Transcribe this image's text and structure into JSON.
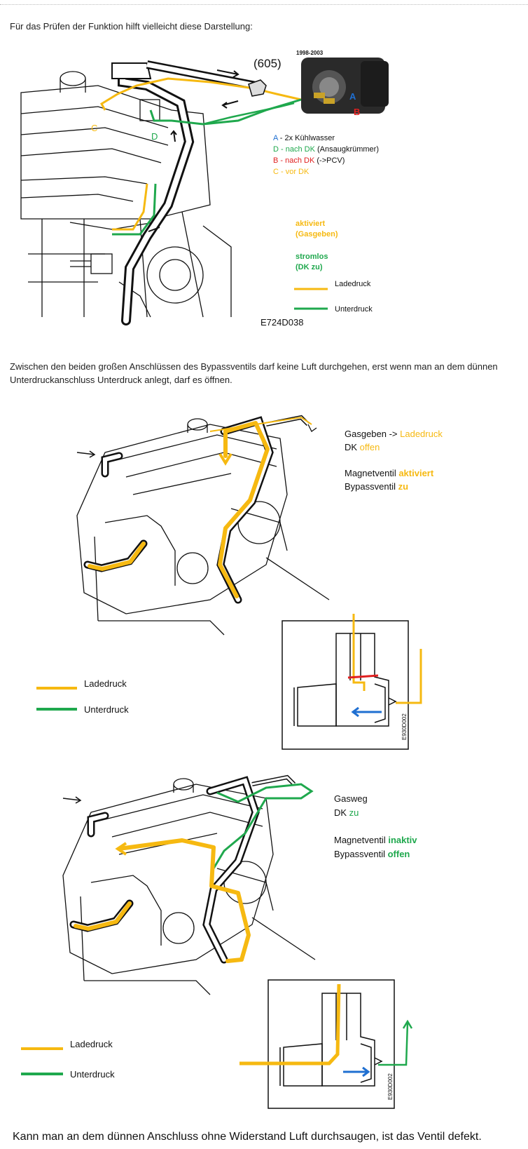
{
  "texts": {
    "intro": "Für das Prüfen der Funktion hilft vielleicht diese Darstellung:",
    "middle": "Zwischen den beiden großen Anschlüssen des Bypassventils darf keine Luft durchgehen, erst wenn man an dem dünnen Unterdruckanschluss Unterdruck anlegt, darf es öffnen.",
    "closing": "Kann man an dem dünnen Anschluss ohne Widerstand Luft durchsaugen, ist das Ventil defekt."
  },
  "figure1": {
    "part_number": "(605)",
    "year_range": "1998-2003",
    "marker_c": "C",
    "marker_d": "D",
    "marker_a": "A",
    "marker_b": "B",
    "legend_a_key": "A",
    "legend_a_text": " - 2x Kühlwasser",
    "legend_d_key": "D",
    "legend_d_mid": " - nach DK",
    "legend_d_text": " (Ansaugkrümmer)",
    "legend_b_key": "B",
    "legend_b_mid": " - nach DK",
    "legend_b_text": " (->PCV)",
    "legend_c": "C - vor DK",
    "state_active_1": "aktiviert",
    "state_active_2": "(Gasgeben)",
    "state_off_1": "stromlos",
    "state_off_2": "(DK zu)",
    "line_boost": "Ladedruck",
    "line_vacuum": "Unterdruck",
    "code": "E724D038"
  },
  "figure2": {
    "line1_a": "Gasgeben -> ",
    "line1_b": "Ladedruck",
    "line2_a": "DK ",
    "line2_b": "offen",
    "line3_a": "Magnetventil ",
    "line3_b": "aktiviert",
    "line4_a": "Bypassventil ",
    "line4_b": "zu",
    "legend_boost": "Ladedruck",
    "legend_vacuum": "Unterdruck",
    "inset_code": "E930D002"
  },
  "figure3": {
    "line1": "Gasweg",
    "line2_a": "DK ",
    "line2_b": "zu",
    "line3_a": "Magnetventil ",
    "line3_b": "inaktiv",
    "line4_a": "Bypassventil ",
    "line4_b": "offen",
    "legend_boost": "Ladedruck",
    "legend_vacuum": "Unterdruck",
    "inset_code": "E930D002"
  },
  "colors": {
    "boost": "#f6b911",
    "vacuum": "#1fa84d",
    "blue": "#1f6fd1",
    "red": "#e02020",
    "line": "#111111"
  }
}
